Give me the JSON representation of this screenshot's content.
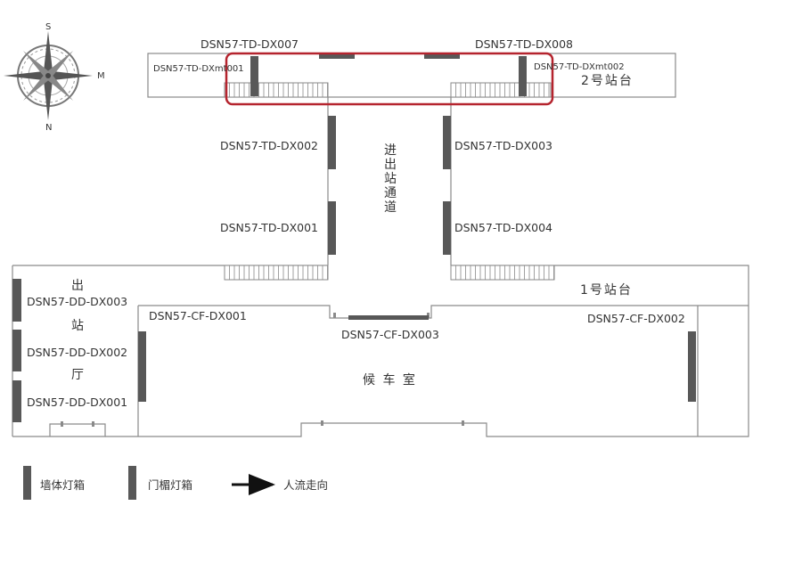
{
  "compass": {
    "north_letter": "N",
    "south_letter": "S",
    "east_letter": "M",
    "icon": "compass-rose-icon"
  },
  "areas": {
    "platform_2": "2号站台",
    "platform_1": "1号站台",
    "corridor": [
      "进",
      "出",
      "站",
      "通",
      "道"
    ],
    "exit_hall": [
      "出",
      "站",
      "厅"
    ],
    "waiting_room": "候 车 室"
  },
  "lightboxes": {
    "td_dx007": "DSN57-TD-DX007",
    "td_dx008": "DSN57-TD-DX008",
    "td_dxmt001": "DSN57-TD-DXmt001",
    "td_dxmt002": "DSN57-TD-DXmt002",
    "td_dx002": "DSN57-TD-DX002",
    "td_dx003": "DSN57-TD-DX003",
    "td_dx001": "DSN57-TD-DX001",
    "td_dx004": "DSN57-TD-DX004",
    "dd_dx003": "DSN57-DD-DX003",
    "dd_dx002": "DSN57-DD-DX002",
    "dd_dx001": "DSN57-DD-DX001",
    "cf_dx001": "DSN57-CF-DX001",
    "cf_dx002": "DSN57-CF-DX002",
    "cf_dx003": "DSN57-CF-DX003"
  },
  "legend": {
    "wall_lightbox": "墙体灯箱",
    "lintel_lightbox": "门楣灯箱",
    "passenger_flow": "人流走向"
  },
  "colors": {
    "highlight": "#b5242e",
    "lightbox": "#585858",
    "wall": "#8a8a8a"
  }
}
